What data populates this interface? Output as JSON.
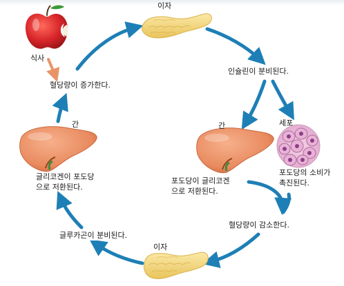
{
  "labels": {
    "pancreas_top": "이자",
    "meal": "식사",
    "blood_sugar_up": "혈당량이 증가한다.",
    "insulin_secreted": "인슐린이 분비된다.",
    "liver_left": "간",
    "liver_right": "간",
    "cells": "세포",
    "glycogen_to_glucose_1": "글리코겐이  포도당",
    "glycogen_to_glucose_2": "으로 저환된다.",
    "glucose_to_glycogen_1": "포도당이  글리코겐",
    "glucose_to_glycogen_2": "으로  저환된다.",
    "glucose_use_1": "포도당의 소비가",
    "glucose_use_2": "촉진된다.",
    "blood_sugar_down": "혈당량이 감소한다.",
    "glucagon_secreted": "글루카곤이 분비된다.",
    "pancreas_bottom": "이자"
  },
  "colors": {
    "arrow": "#1e7fb6",
    "meal_arrow": "#e89468",
    "liver": "#e98a5f",
    "liver_shadow": "#c9683f",
    "pancreas": "#f2d77a",
    "pancreas_edge": "#d9b24a",
    "apple": "#d8262b",
    "cell": "#d990c0",
    "cell_nucleus": "#8e3f87"
  },
  "icons": [
    "apple-icon",
    "pancreas-icon",
    "liver-icon",
    "cells-icon"
  ]
}
